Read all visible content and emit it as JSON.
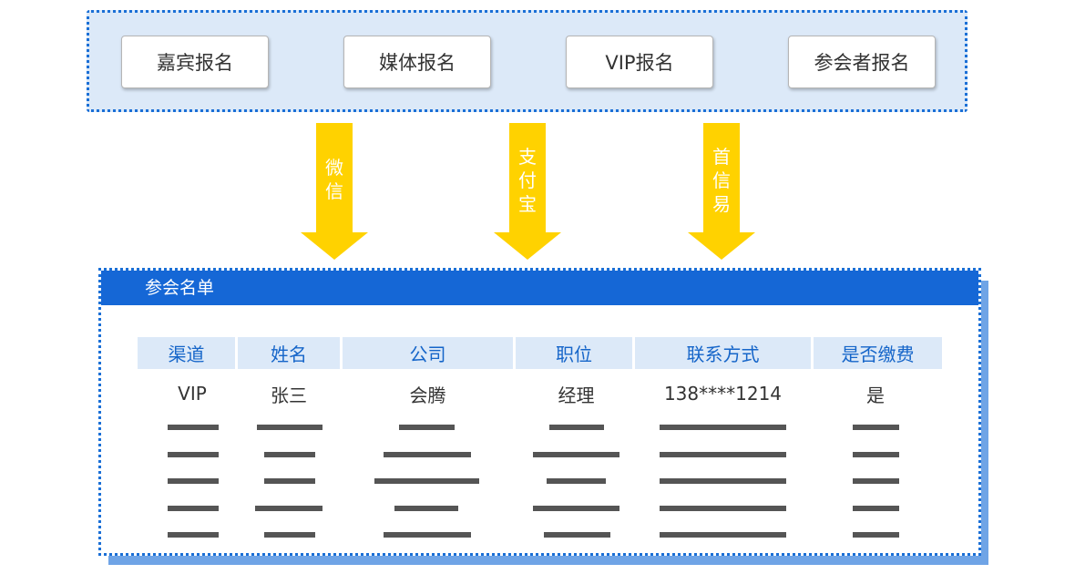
{
  "registration": {
    "buttons": [
      "嘉宾报名",
      "媒体报名",
      "VIP报名",
      "参会者报名"
    ]
  },
  "channels": [
    {
      "chars": [
        "微",
        "信"
      ]
    },
    {
      "chars": [
        "支",
        "付",
        "宝"
      ]
    },
    {
      "chars": [
        "首",
        "信",
        "易"
      ]
    }
  ],
  "attendee_list": {
    "title": "参会名单",
    "columns": [
      "渠道",
      "姓名",
      "公司",
      "职位",
      "联系方式",
      "是否缴费"
    ],
    "rows": [
      [
        "VIP",
        "张三",
        "会腾",
        "经理",
        "138****1214",
        "是"
      ]
    ]
  },
  "colors": {
    "primary_blue": "#1567d6",
    "panel_blue": "#dce9f8",
    "arrow_yellow": "#ffd200"
  }
}
